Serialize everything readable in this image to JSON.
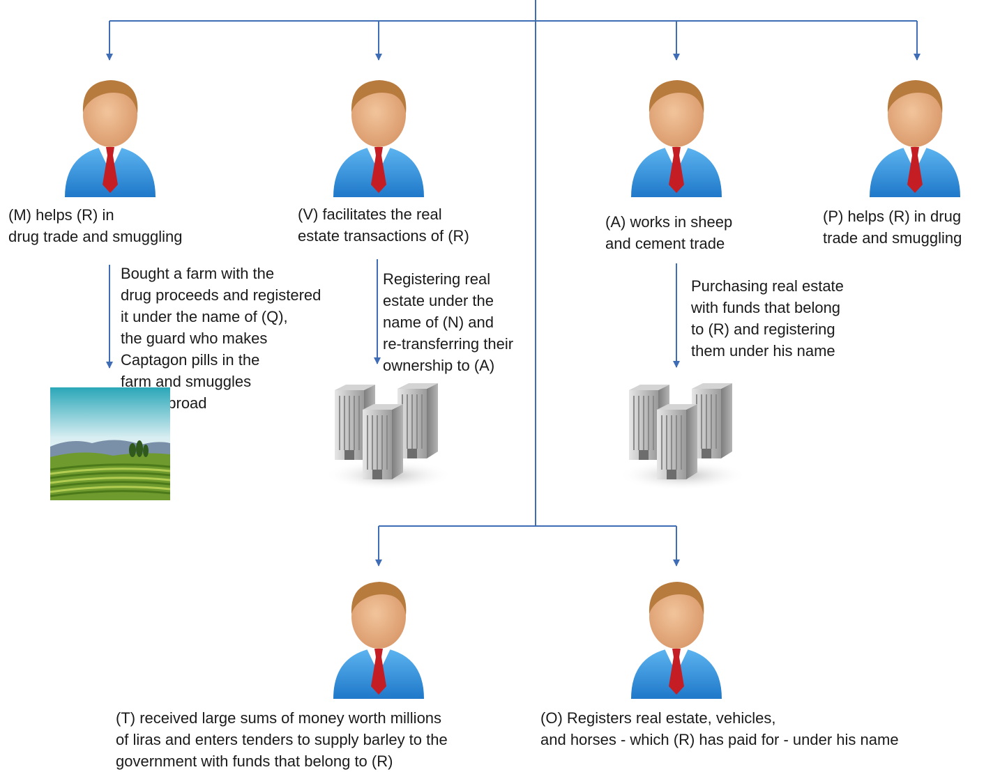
{
  "colors": {
    "connector": "#3e6cb5",
    "suit": "#2f8fde",
    "tie": "#c41e24",
    "skin": "#e8b286",
    "hair": "#b87b3e",
    "shirt": "#ffffff"
  },
  "icons": {
    "person": "person-icon",
    "building": "office-buildings-icon",
    "farm": "farm-landscape-icon"
  },
  "persons": [
    {
      "id": "M",
      "label": "(M) helps (R) in\ndrug trade and smuggling"
    },
    {
      "id": "V",
      "label": "(V) facilitates the real\nestate transactions of (R)"
    },
    {
      "id": "A",
      "label": "(A) works in sheep\nand cement trade"
    },
    {
      "id": "P",
      "label": "(P) helps (R) in drug\ntrade and smuggling"
    },
    {
      "id": "T",
      "label": "(T) received large sums of money worth millions\nof liras and enters tenders to supply barley to the\ngovernment with funds that belong to (R)"
    },
    {
      "id": "O",
      "label": "(O) Registers real estate, vehicles,\nand horses - which (R) has paid for - under his name"
    }
  ],
  "actions": [
    {
      "from": "M",
      "text": "Bought a farm with the\ndrug proceeds and registered\nit under the name of (Q),\nthe guard who makes\nCaptagon pills in the\nfarm and smuggles\nthem abroad"
    },
    {
      "from": "V",
      "text": "Registering real\nestate under the\nname of (N) and\nre-transferring their\nownership to (A)"
    },
    {
      "from": "A",
      "text": "Purchasing real estate\nwith funds that belong\nto (R) and registering\nthem under his name"
    }
  ]
}
